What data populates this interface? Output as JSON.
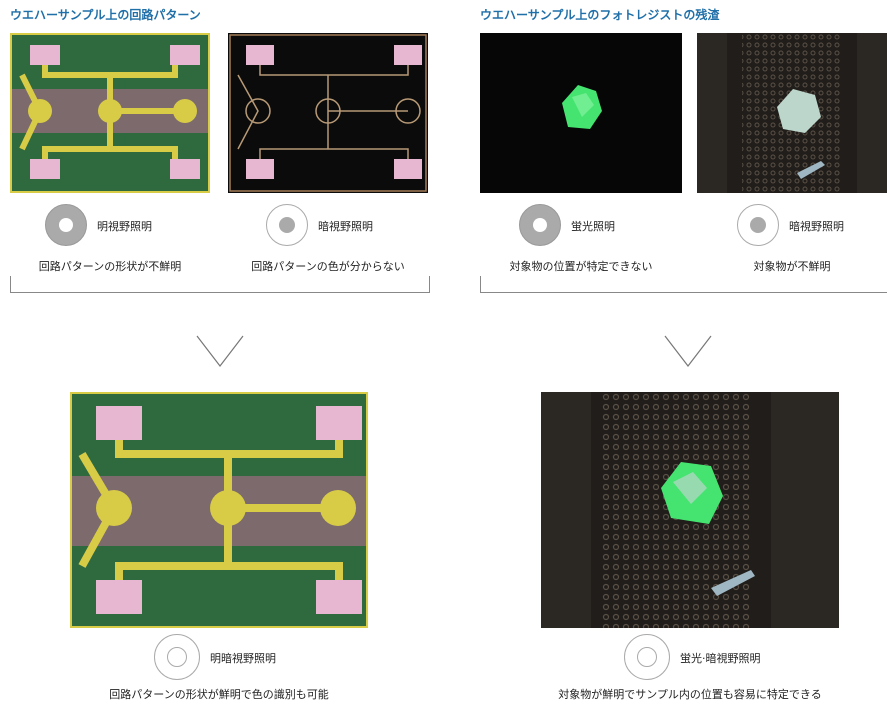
{
  "left": {
    "heading": "ウエハーサンプル上の回路パターン",
    "panel1": {
      "lamp_label": "明視野照明",
      "caption": "回路パターンの形状が不鮮明"
    },
    "panel2": {
      "lamp_label": "暗視野照明",
      "caption": "回路パターンの色が分からない"
    },
    "result": {
      "lamp_label": "明暗視野照明",
      "caption": "回路パターンの形状が鮮明で色の識別も可能"
    }
  },
  "right": {
    "heading": "ウエハーサンプル上のフォトレジストの残渣",
    "panel1": {
      "lamp_label": "蛍光照明",
      "caption": "対象物の位置が特定できない"
    },
    "panel2": {
      "lamp_label": "暗視野照明",
      "caption": "対象物が不鮮明"
    },
    "result": {
      "lamp_label": "蛍光·暗視野照明",
      "caption": "対象物が鮮明でサンプル内の位置も容易に特定できる"
    }
  },
  "colors": {
    "heading": "#1f6fa8",
    "wafer_green": "#2f6a3f",
    "wafer_band": "#7c6a6d",
    "trace_yellow": "#d8cc47",
    "pad_pink": "#e7b6d0",
    "residue_green": "#45e36f"
  }
}
